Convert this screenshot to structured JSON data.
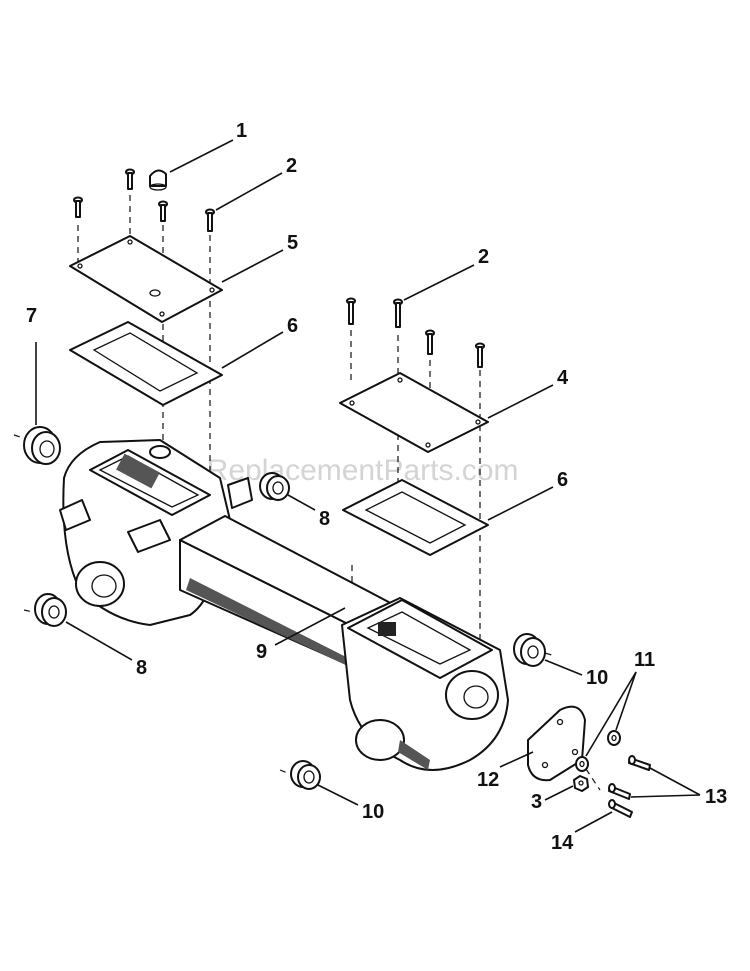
{
  "watermark": "eReplacementParts.com",
  "callouts": {
    "c1": "1",
    "c2a": "2",
    "c2b": "2",
    "c3": "3",
    "c4": "4",
    "c5": "5",
    "c6a": "6",
    "c6b": "6",
    "c7": "7",
    "c8a": "8",
    "c8b": "8",
    "c9": "9",
    "c10a": "10",
    "c10b": "10",
    "c11": "11",
    "c12": "12",
    "c13": "13",
    "c14": "14"
  }
}
